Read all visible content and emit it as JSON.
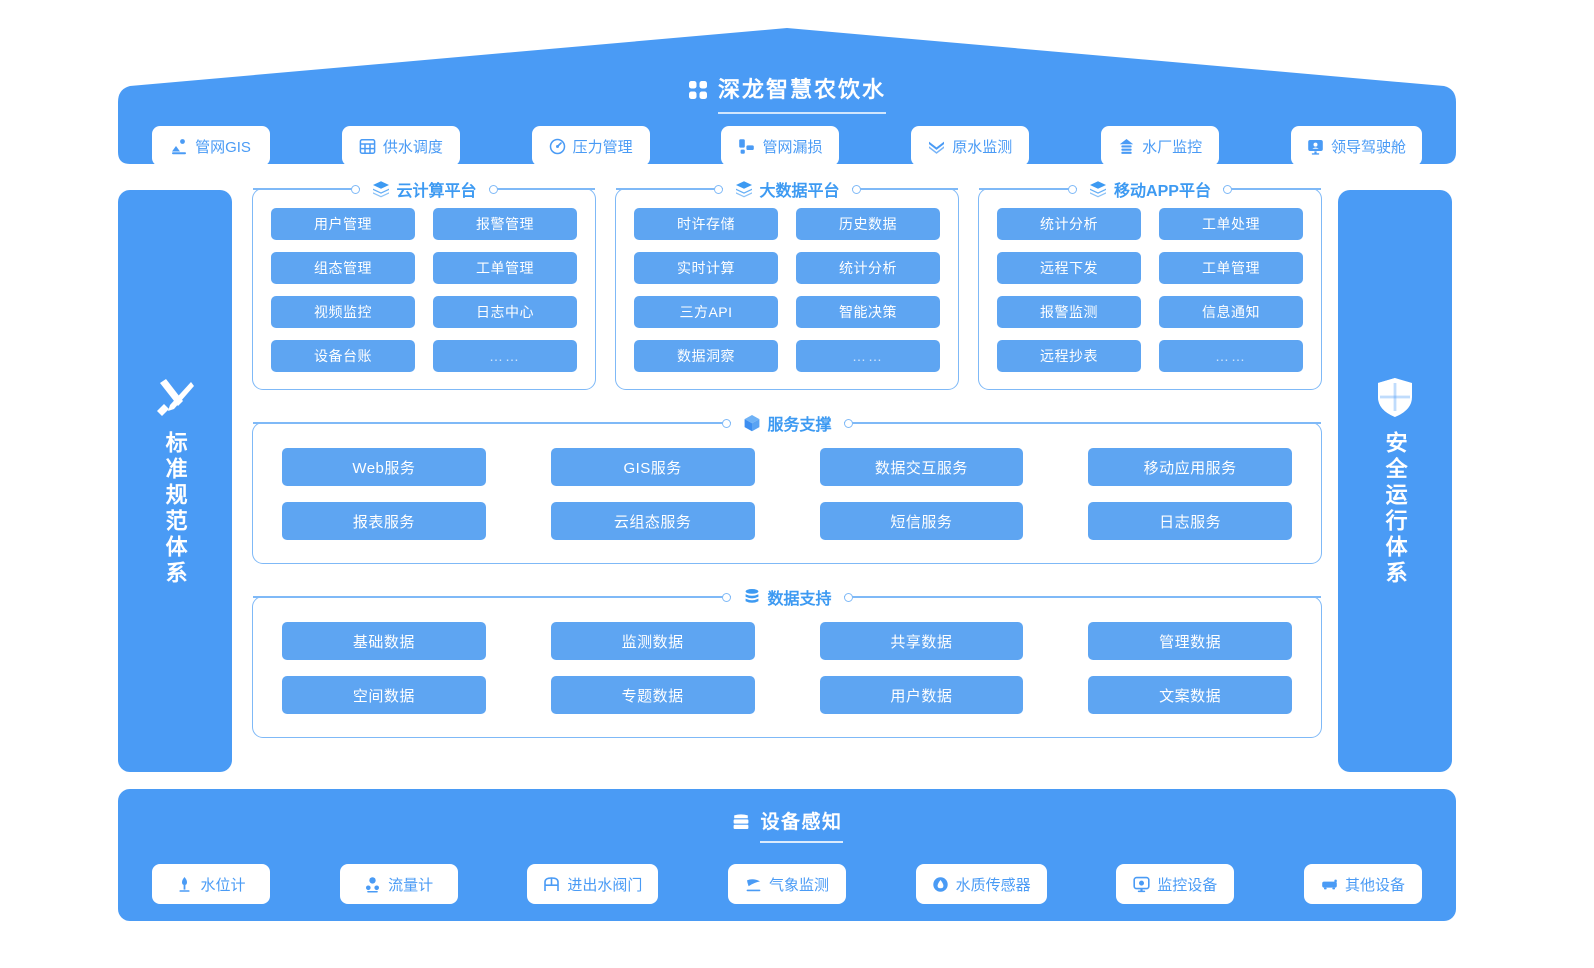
{
  "header": {
    "title": "深龙智慧农饮水",
    "logo_icon": "grid-squares-icon",
    "nav": [
      {
        "label": "管网GIS",
        "icon": "pipe-network-gis-icon"
      },
      {
        "label": "供水调度",
        "icon": "water-supply-dispatch-icon"
      },
      {
        "label": "压力管理",
        "icon": "pressure-gauge-icon"
      },
      {
        "label": "管网漏损",
        "icon": "pipe-leakage-icon"
      },
      {
        "label": "原水监测",
        "icon": "raw-water-monitor-icon"
      },
      {
        "label": "水厂监控",
        "icon": "waterworks-monitor-icon"
      },
      {
        "label": "领导驾驶舱",
        "icon": "leader-cockpit-icon"
      }
    ]
  },
  "left_pillar": {
    "icon": "ruler-pencil-icon",
    "text": "标准规范体系"
  },
  "right_pillar": {
    "icon": "shield-icon",
    "text": "安全运行体系"
  },
  "platforms": [
    {
      "title": "云计算平台",
      "icon": "layers-icon",
      "items": [
        "用户管理",
        "报警管理",
        "组态管理",
        "工单管理",
        "视频监控",
        "日志中心",
        "设备台账",
        "……"
      ]
    },
    {
      "title": "大数据平台",
      "icon": "layers-icon",
      "items": [
        "时许存储",
        "历史数据",
        "实时计算",
        "统计分析",
        "三方API",
        "智能决策",
        "数据洞察",
        "……"
      ]
    },
    {
      "title": "移动APP平台",
      "icon": "layers-icon",
      "items": [
        "统计分析",
        "工单处理",
        "远程下发",
        "工单管理",
        "报警监测",
        "信息通知",
        "远程抄表",
        "……"
      ]
    }
  ],
  "service_support": {
    "title": "服务支撑",
    "icon": "cube-icon",
    "items": [
      "Web服务",
      "GIS服务",
      "数据交互服务",
      "移动应用服务",
      "报表服务",
      "云组态服务",
      "短信服务",
      "日志服务"
    ]
  },
  "data_support": {
    "title": "数据支持",
    "icon": "database-icon",
    "items": [
      "基础数据",
      "监测数据",
      "共享数据",
      "管理数据",
      "空间数据",
      "专题数据",
      "用户数据",
      "文案数据"
    ]
  },
  "footer": {
    "title": "设备感知",
    "icon": "server-rack-icon",
    "devices": [
      {
        "label": "水位计",
        "icon": "water-level-gauge-icon"
      },
      {
        "label": "流量计",
        "icon": "flow-meter-icon"
      },
      {
        "label": "进出水阀门",
        "icon": "valve-icon"
      },
      {
        "label": "气象监测",
        "icon": "weather-monitor-icon"
      },
      {
        "label": "水质传感器",
        "icon": "water-quality-sensor-icon"
      },
      {
        "label": "监控设备",
        "icon": "camera-monitor-icon"
      },
      {
        "label": "其他设备",
        "icon": "other-device-icon"
      }
    ]
  },
  "colors": {
    "brand_blue": "#4a9bf5",
    "cell_blue": "#5ea5f2",
    "panel_border": "#7fb9f7",
    "label_blue": "#3d9af2",
    "white": "#ffffff"
  }
}
